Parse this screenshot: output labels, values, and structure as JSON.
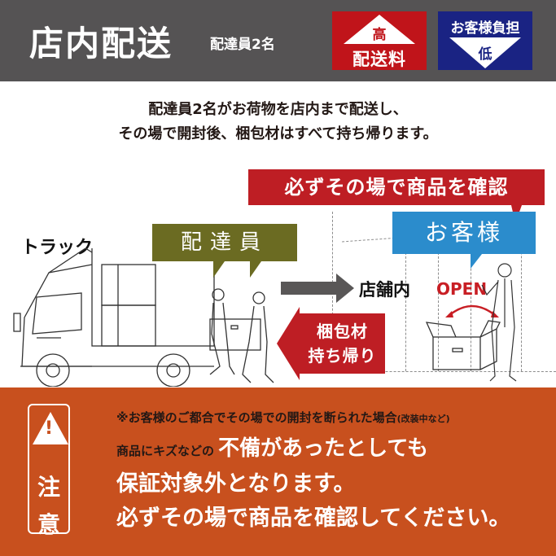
{
  "header": {
    "title": "店内配送",
    "subtitle": "配達員2名",
    "badge_shipping": {
      "indicator": "高",
      "label": "配送料",
      "color": "#c0141a"
    },
    "badge_customer": {
      "label": "お客様負担",
      "indicator": "低",
      "color": "#1a2383"
    },
    "background": "#555354"
  },
  "intro": {
    "line1": "配達員2名がお荷物を店内まで配送し、",
    "line2": "その場で開封後、梱包材はすべて持ち帰ります。"
  },
  "illustration": {
    "confirm_banner": "必ずその場で商品を確認",
    "customer_label": "お客様",
    "truck_label": "トラック",
    "delivery_staff_label": "配達員",
    "store_label": "店舗内",
    "open_label": "OPEN",
    "packaging_return": {
      "line1": "梱包材",
      "line2": "持ち帰り"
    },
    "colors": {
      "red": "#be1e24",
      "blue": "#2b8ccc",
      "olive": "#6b6b22",
      "gray_arrow": "#595757"
    }
  },
  "notice": {
    "badge": {
      "icon": "warning-triangle-icon",
      "exclamation": "!",
      "char1": "注",
      "char2": "意"
    },
    "line1": "※お客様のご都合でその場での開封を断られた場合",
    "line1_small": "(改装中など)",
    "line2_pre": "商品にキズなどの",
    "line2_big": "不備があったとしても",
    "line3": "保証対象外となります。",
    "line4": "必ずその場で商品を確認してください。",
    "background": "#c8501e"
  }
}
